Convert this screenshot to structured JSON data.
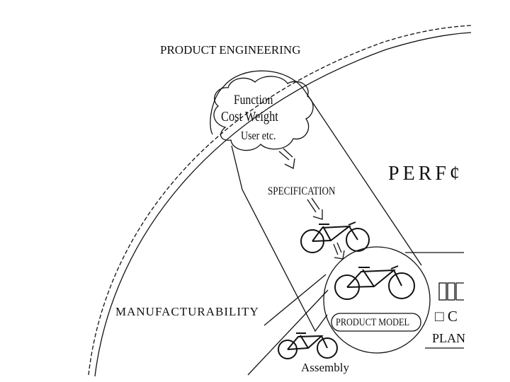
{
  "labels": {
    "product_engineering": "PRODUCT  ENGINEERING",
    "cloud_line1": "Function",
    "cloud_line2": "Cost  Weight",
    "cloud_line3": "User   etc.",
    "specification": "SPECIFICATION",
    "performance": "PERF¢",
    "manufacturability": "MANUFACTURABILITY",
    "product_model": "PRODUCT  MODEL",
    "partial_c": "□ C",
    "plan": "PLAN",
    "assembly": "Assembly"
  },
  "icons": [
    "bicycle-icon",
    "hollow-arrow-icon",
    "square-outline-icon"
  ],
  "colors": {
    "ink": "#111111",
    "background": "#ffffff"
  }
}
